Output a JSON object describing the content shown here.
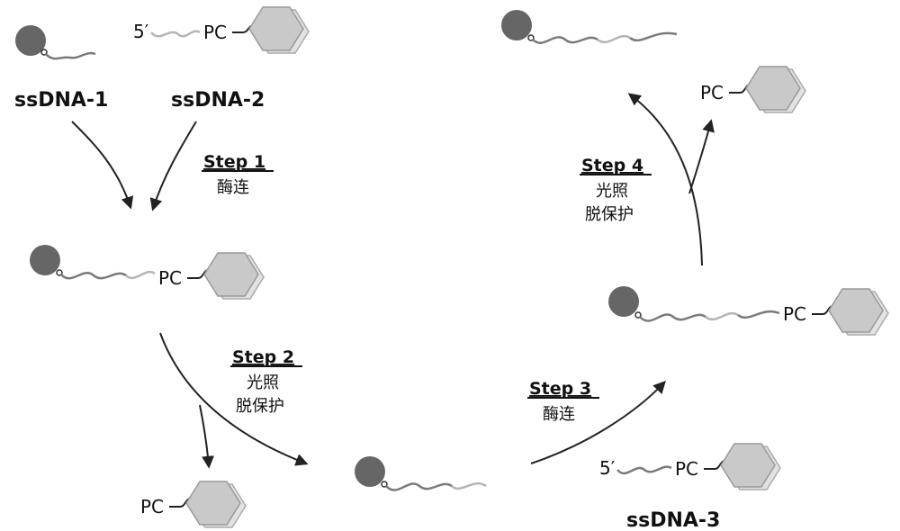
{
  "labels": {
    "ssdna1": "ssDNA-1",
    "ssdna2": "ssDNA-2",
    "ssdna3": "ssDNA-3",
    "five_prime": "5′",
    "pc": "PC"
  },
  "steps": [
    {
      "title": "Step 1",
      "lines": [
        "酶连"
      ]
    },
    {
      "title": "Step 2",
      "lines": [
        "光照",
        "脱保护"
      ]
    },
    {
      "title": "Step 3",
      "lines": [
        "酶连"
      ]
    },
    {
      "title": "Step 4",
      "lines": [
        "光照",
        "脱保护"
      ]
    }
  ],
  "colors": {
    "bead": "#666666",
    "strand_dark": "#7a7a7a",
    "strand_light": "#b5b5b5",
    "hexagon": "#c9c9c9",
    "hexagon_back": "#e2e2e2",
    "arrow": "#222222"
  }
}
